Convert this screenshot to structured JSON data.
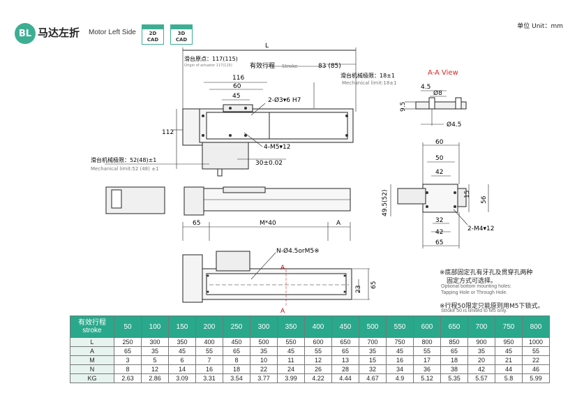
{
  "header": {
    "badge": "BL",
    "title_cn": "马达左折",
    "title_en": "Motor Left Side",
    "cad_buttons": [
      {
        "l1": "2D",
        "l2": "CAD"
      },
      {
        "l1": "3D",
        "l2": "CAD"
      }
    ],
    "unit": "单位 Unit：mm"
  },
  "drawing": {
    "dim_L": "L",
    "origin_cn": "滑台原点：117(115)",
    "origin_en": "Origin of actuator 117(115)",
    "stroke_cn": "有效行程",
    "stroke_en": "Stroke",
    "dim_83": "83 (85)",
    "mech_limit_cn_right": "滑台机械极限：18±1",
    "mech_limit_en_right": "Mechanical limit:18±1",
    "dim_116": "116",
    "dim_60": "60",
    "dim_45": "45",
    "hole_label": "2-Ø3▾6 H7",
    "dim_112": "112",
    "tap_label": "4-M5▾12",
    "dim_30": "30±0.02",
    "mech_limit_cn_left": "滑台机械极限：52(48)±1",
    "mech_limit_en_left": "Mechanical limit:52 (48) ±1",
    "dim_65": "65",
    "dim_M40": "M*40",
    "dim_A": "A",
    "n_hole": "N-Ø4.5orM5※",
    "section_mark": "A",
    "dim_23": "23",
    "dim_65b": "65",
    "aa_view": "A-A View",
    "aa_45": "4.5",
    "aa_d8": "Ø8",
    "aa_95": "9.5",
    "aa_d45": "Ø4.5",
    "ev_60": "60",
    "ev_50": "50",
    "ev_42": "42",
    "ev_15": "15",
    "ev_56": "56",
    "ev_32": "32",
    "ev_42b": "42",
    "ev_65": "65",
    "ev_4952": "49.5(52)",
    "ev_tap": "2-M4▾12"
  },
  "notes": {
    "n1_cn": "※底部固定孔有牙孔及贯穿孔两种",
    "n1_cn2": "固定方式可选择。",
    "n1_en": "Optional bottom mounting holes:",
    "n1_en2": "Tapping Hole or Through Hole.",
    "n2_cn": "※行程50限定只能原则用M5下锁式。",
    "n2_en": "Stroke 50 is limited to M5 only."
  },
  "table": {
    "header_cn": "有效行程",
    "header_en": "stroke",
    "strokes": [
      "50",
      "100",
      "150",
      "200",
      "250",
      "300",
      "350",
      "400",
      "450",
      "500",
      "550",
      "600",
      "650",
      "700",
      "750",
      "800"
    ],
    "rows": [
      {
        "label": "L",
        "values": [
          "250",
          "300",
          "350",
          "400",
          "450",
          "500",
          "550",
          "600",
          "650",
          "700",
          "750",
          "800",
          "850",
          "900",
          "950",
          "1000"
        ]
      },
      {
        "label": "A",
        "values": [
          "65",
          "35",
          "45",
          "55",
          "65",
          "35",
          "45",
          "55",
          "65",
          "35",
          "45",
          "55",
          "65",
          "35",
          "45",
          "55"
        ]
      },
      {
        "label": "M",
        "values": [
          "3",
          "5",
          "6",
          "7",
          "8",
          "10",
          "11",
          "12",
          "13",
          "15",
          "16",
          "17",
          "18",
          "20",
          "21",
          "22"
        ]
      },
      {
        "label": "N",
        "values": [
          "8",
          "12",
          "14",
          "16",
          "18",
          "22",
          "24",
          "26",
          "28",
          "32",
          "34",
          "36",
          "38",
          "42",
          "44",
          "46"
        ]
      },
      {
        "label": "KG",
        "values": [
          "2.63",
          "2.86",
          "3.09",
          "3.31",
          "3.54",
          "3.77",
          "3.99",
          "4.22",
          "4.44",
          "4.67",
          "4.9",
          "5.12",
          "5.35",
          "5.57",
          "5.8",
          "5.99"
        ]
      }
    ]
  }
}
